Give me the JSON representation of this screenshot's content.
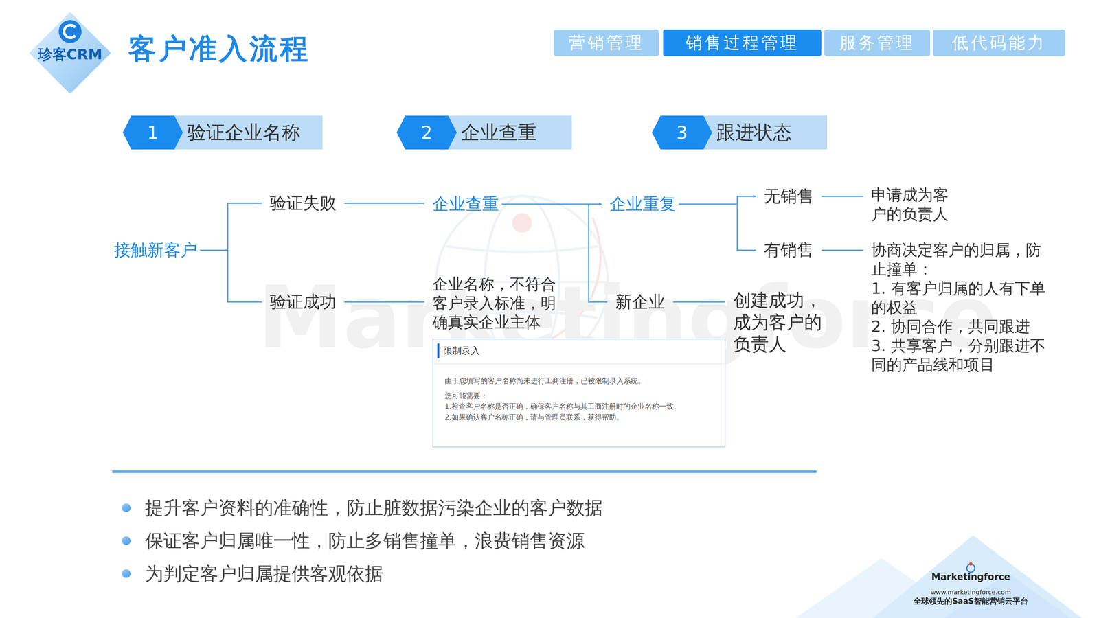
{
  "diagram": {
    "title": "客户准入流程",
    "nodes": [
      {
        "text": [
          "珍客CRM"
        ]
      },
      {
        "text": [
          "营销管理"
        ]
      },
      {
        "text": [
          "销售过程管理"
        ]
      },
      {
        "text": [
          "服务管理"
        ]
      },
      {
        "text": [
          "低代码能力"
        ]
      },
      {
        "text": [
          "1",
          "验证企业名称"
        ]
      },
      {
        "text": [
          "2",
          "企业查重"
        ]
      },
      {
        "text": [
          "3",
          "跟进状态"
        ]
      },
      {
        "text": [
          "接触新客户"
        ]
      },
      {
        "text": [
          "验证失败"
        ]
      },
      {
        "text": [
          "验证成功"
        ]
      },
      {
        "text": [
          "企业查重"
        ]
      },
      {
        "text": [
          "企业名称，不符合客户录入标准，明确真实企业主体"
        ]
      },
      {
        "text": [
          "限制录入",
          "由于您填写的客户名称尚未进行工商注册，已被限制录入系统。",
          "您可能需要：",
          "1.检查客户名称是否正确，确保客户名称与其工商注册时的企业名称一致。",
          "2.如果确认客户名称正确，请与管理员联系，获得帮助。"
        ]
      },
      {
        "text": [
          "企业重复"
        ]
      },
      {
        "text": [
          "新企业"
        ]
      },
      {
        "text": [
          "创建成功，成为客户的负责人"
        ]
      },
      {
        "text": [
          "无销售"
        ]
      },
      {
        "text": [
          "有销售"
        ]
      },
      {
        "text": [
          "申请成为客户的负责人"
        ]
      },
      {
        "text": [
          "协商决定客户的归属，防止撞单：",
          "1. 有客户归属的人有下单的权益",
          "2. 协同合作，共同跟进",
          "3. 共享客户，分别跟进不同的产品线和项目"
        ]
      }
    ],
    "edges": [
      {
        "from": 8,
        "to": 9,
        "arrow": "none"
      },
      {
        "from": 8,
        "to": 10,
        "arrow": "none"
      },
      {
        "from": 9,
        "to": 11,
        "arrow": "none"
      },
      {
        "from": 10,
        "to": 12,
        "arrow": "none"
      },
      {
        "from": 11,
        "to": 14,
        "arrow": "to"
      },
      {
        "from": 11,
        "to": 15,
        "arrow": "none"
      },
      {
        "from": 15,
        "to": 16,
        "arrow": "none"
      },
      {
        "from": 14,
        "to": 17,
        "arrow": "to"
      },
      {
        "from": 14,
        "to": 18,
        "arrow": "none"
      },
      {
        "from": 17,
        "to": 19,
        "arrow": "none"
      },
      {
        "from": 18,
        "to": 20,
        "arrow": "none"
      }
    ],
    "labels": [
      "Marketingforce",
      "提升客户资料的准确性，防止脏数据污染企业的客户数据",
      "保证客户归属唯一性，防止多销售撞单，浪费销售资源",
      "为判定客户归属提供客观依据",
      "Marketingforce",
      "www.marketingforce.com",
      "全球领先的SaaS智能营销云平台"
    ]
  }
}
